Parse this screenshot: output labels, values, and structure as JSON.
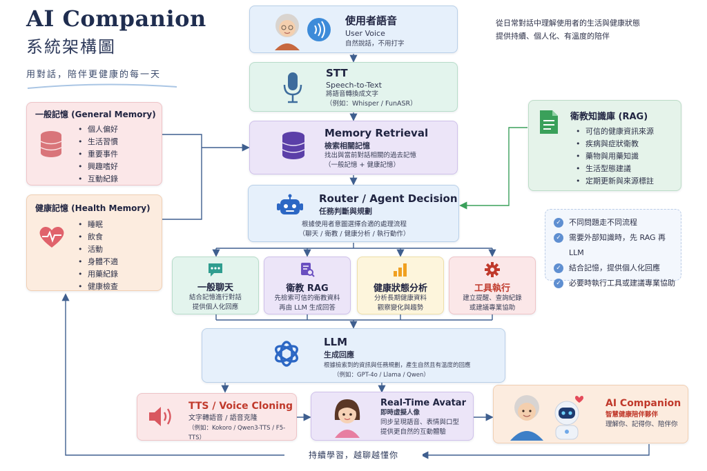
{
  "header": {
    "title_en": "AI Companion",
    "title_zh": "系統架構圖",
    "tagline": "用對話，陪伴更健康的每一天",
    "intro_line1": "從日常對話中理解使用者的生活與健康狀態",
    "intro_line2": "提供持續、個人化、有溫度的陪伴"
  },
  "voice": {
    "title": "使用者語音",
    "subtitle": "User Voice",
    "desc": "自然說話，不用打字"
  },
  "stt": {
    "title": "STT",
    "subtitle": "Speech-to-Text",
    "desc": "將語音轉換成文字",
    "example": "（例如：Whisper / FunASR）"
  },
  "retrieval": {
    "title": "Memory Retrieval",
    "subtitle": "檢索相關記憶",
    "desc": "找出與當前對話相關的過去記憶",
    "desc2": "（一般記憶 + 健康記憶）"
  },
  "router": {
    "title": "Router / Agent Decision",
    "subtitle": "任務判斷與規劃",
    "desc": "根據使用者意圖選擇合適的處理流程",
    "desc2": "（聊天 / 衛教 / 健康分析 / 執行動作）"
  },
  "general_memory": {
    "title": "一般記憶 (General Memory)",
    "items": [
      "個人偏好",
      "生活習慣",
      "重要事件",
      "興趣嗜好",
      "互動紀錄"
    ]
  },
  "health_memory": {
    "title": "健康記憶 (Health Memory)",
    "items": [
      "睡眠",
      "飲食",
      "活動",
      "身體不適",
      "用藥紀錄",
      "健康檢查"
    ]
  },
  "rag": {
    "title": "衛教知識庫 (RAG)",
    "items": [
      "可信的健康資訊來源",
      "疾病與症狀衛教",
      "藥物與用藥知識",
      "生活型態建議",
      "定期更新與來源標註"
    ]
  },
  "notes": {
    "items": [
      "不同問題走不同流程",
      "需要外部知識時，先 RAG 再 LLM",
      "結合記憶，提供個人化回應",
      "必要時執行工具或建議專業協助"
    ]
  },
  "branches": [
    {
      "title": "一般聊天",
      "line1": "結合記憶進行對話",
      "line2": "提供個人化回應",
      "icon": "chat-bubble-icon"
    },
    {
      "title": "衛教 RAG",
      "line1": "先檢索可信的衛教資料",
      "line2": "再由 LLM 生成回答",
      "icon": "document-search-icon"
    },
    {
      "title": "健康狀態分析",
      "line1": "分析長期健康資料",
      "line2": "觀察變化與趨勢",
      "icon": "bar-chart-icon"
    },
    {
      "title": "工具執行",
      "line1": "建立提醒、查詢紀錄",
      "line2": "或建議專業協助",
      "icon": "gear-icon"
    }
  ],
  "llm": {
    "title": "LLM",
    "subtitle": "生成回應",
    "desc": "根據檢索到的資訊與任務規劃，產生自然且有溫度的回應",
    "example": "（例如：GPT-4o / Llama / Qwen）"
  },
  "tts": {
    "title": "TTS / Voice Cloning",
    "subtitle": "文字轉語音 / 語音克隆",
    "example": "（例如：Kokoro / Qwen3-TTS / F5-TTS）"
  },
  "avatar": {
    "title": "Real-Time Avatar",
    "subtitle": "即時虛擬人像",
    "desc": "同步呈現語音、表情與口型",
    "desc2": "提供更自然的互動體驗"
  },
  "companion": {
    "title": "AI Companion",
    "subtitle": "智慧健康陪伴夥伴",
    "desc": "理解你、記得你、陪伴你"
  },
  "loop": {
    "label": "持續學習，越聊越懂你"
  },
  "colors": {
    "arrow": "#3f5f8f",
    "accent_red": "#c0392b",
    "rag_arrow": "#3aa05a",
    "title_navy": "#1f2d4f"
  }
}
